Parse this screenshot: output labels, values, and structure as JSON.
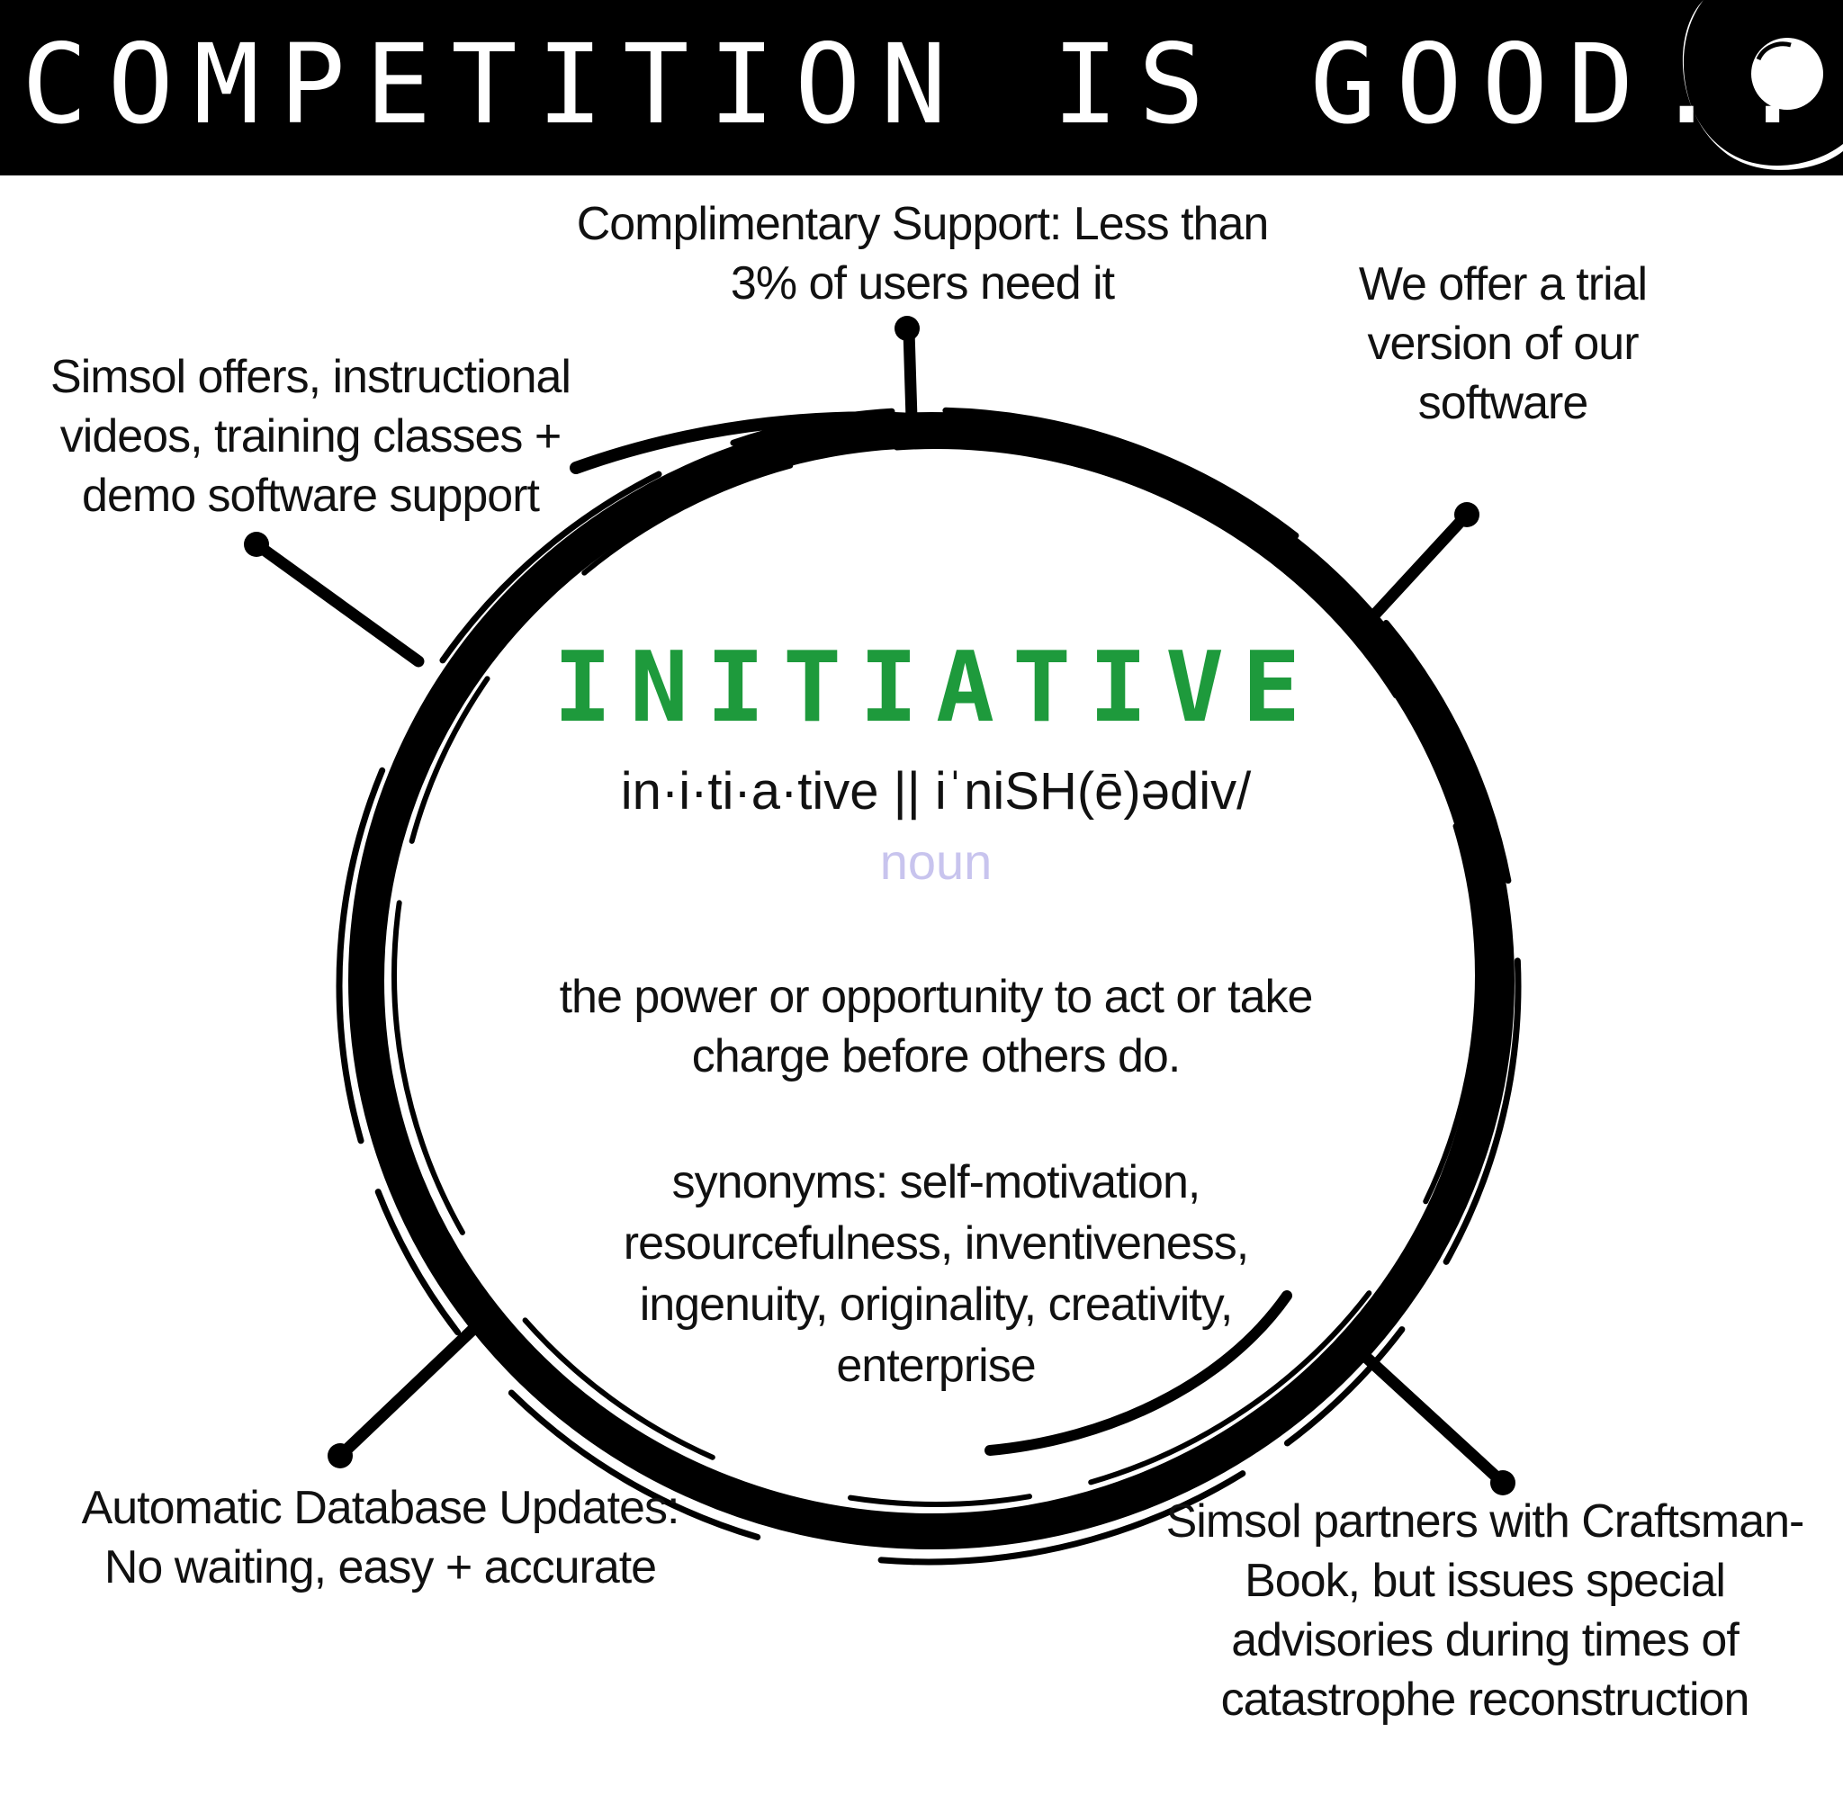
{
  "header": {
    "title": "COMPETITION IS GOOD...",
    "logo_icon": "swirl-logo-icon"
  },
  "center": {
    "word": "INITIATIVE",
    "pronunciation": "in·i·ti·a·tive || iˈniSH(ē)ədiv/",
    "part_of_speech": "noun",
    "definition": "the power or opportunity to act or take charge before others do.",
    "synonyms": "synonyms: self-motivation, resourcefulness, inventiveness, ingenuity, originality, creativity, enterprise"
  },
  "callouts": {
    "top": "Complimentary Support: Less than 3% of users need it",
    "top_right": "We offer a trial version of our software",
    "top_left": "Simsol offers, instructional videos, training classes + demo software support",
    "bottom_left": "Automatic Database Updates: No waiting, easy + accurate",
    "bottom_right": "Simsol partners with Craftsman-Book, but issues special advisories during times of catastrophe reconstruction"
  },
  "colors": {
    "header_bg": "#000000",
    "header_text": "#ffffff",
    "word": "#1e9a3c",
    "part_of_speech": "#c8c4ee",
    "ink": "#111111"
  }
}
